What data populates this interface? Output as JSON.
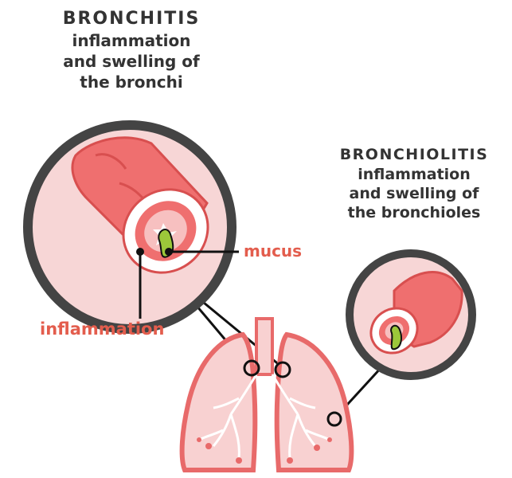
{
  "bronchitis": {
    "title": "BRONCHITIS",
    "desc_line1": "inflammation",
    "desc_line2": "and swelling of",
    "desc_line3": "the bronchi"
  },
  "bronchiolitis": {
    "title": "BRONCHIOLITIS",
    "desc_line1": "inflammation",
    "desc_line2": "and swelling of",
    "desc_line3": "the bronchioles"
  },
  "labels": {
    "mucus": "mucus",
    "inflammation": "inflammation"
  },
  "colors": {
    "label_red": "#e35d4d",
    "text_dark": "#333333",
    "circle_ring": "#444444",
    "circle_fill": "#f7d6d6",
    "tube": "#ef6f6f",
    "mucus_green": "#9cc83a",
    "lung_fill": "#f8d1d1",
    "lung_outline": "#e86a6a"
  }
}
